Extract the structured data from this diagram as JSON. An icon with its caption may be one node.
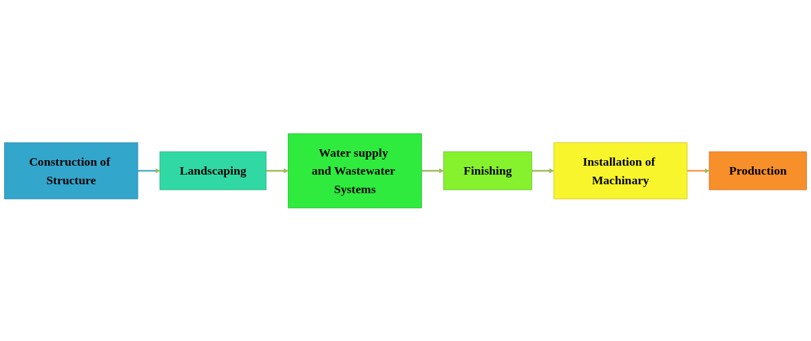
{
  "diagram": {
    "nodes": [
      {
        "text": [
          "Construction of Structure"
        ]
      },
      {
        "text": [
          "Landscaping"
        ]
      },
      {
        "text": [
          "Water supply and Wastewater Systems"
        ]
      },
      {
        "text": [
          "Finishing"
        ]
      },
      {
        "text": [
          "Installation of Machinary"
        ]
      },
      {
        "text": [
          "Production"
        ]
      }
    ],
    "edges": [
      {
        "from": 0,
        "to": 1,
        "arrow": "to",
        "color": "#4bacc6"
      },
      {
        "from": 1,
        "to": 2,
        "arrow": "to"
      },
      {
        "from": 2,
        "to": 3,
        "arrow": "to"
      },
      {
        "from": 3,
        "to": 4,
        "arrow": "to"
      },
      {
        "from": 4,
        "to": 5,
        "arrow": "to",
        "color": "#f79646"
      }
    ]
  }
}
